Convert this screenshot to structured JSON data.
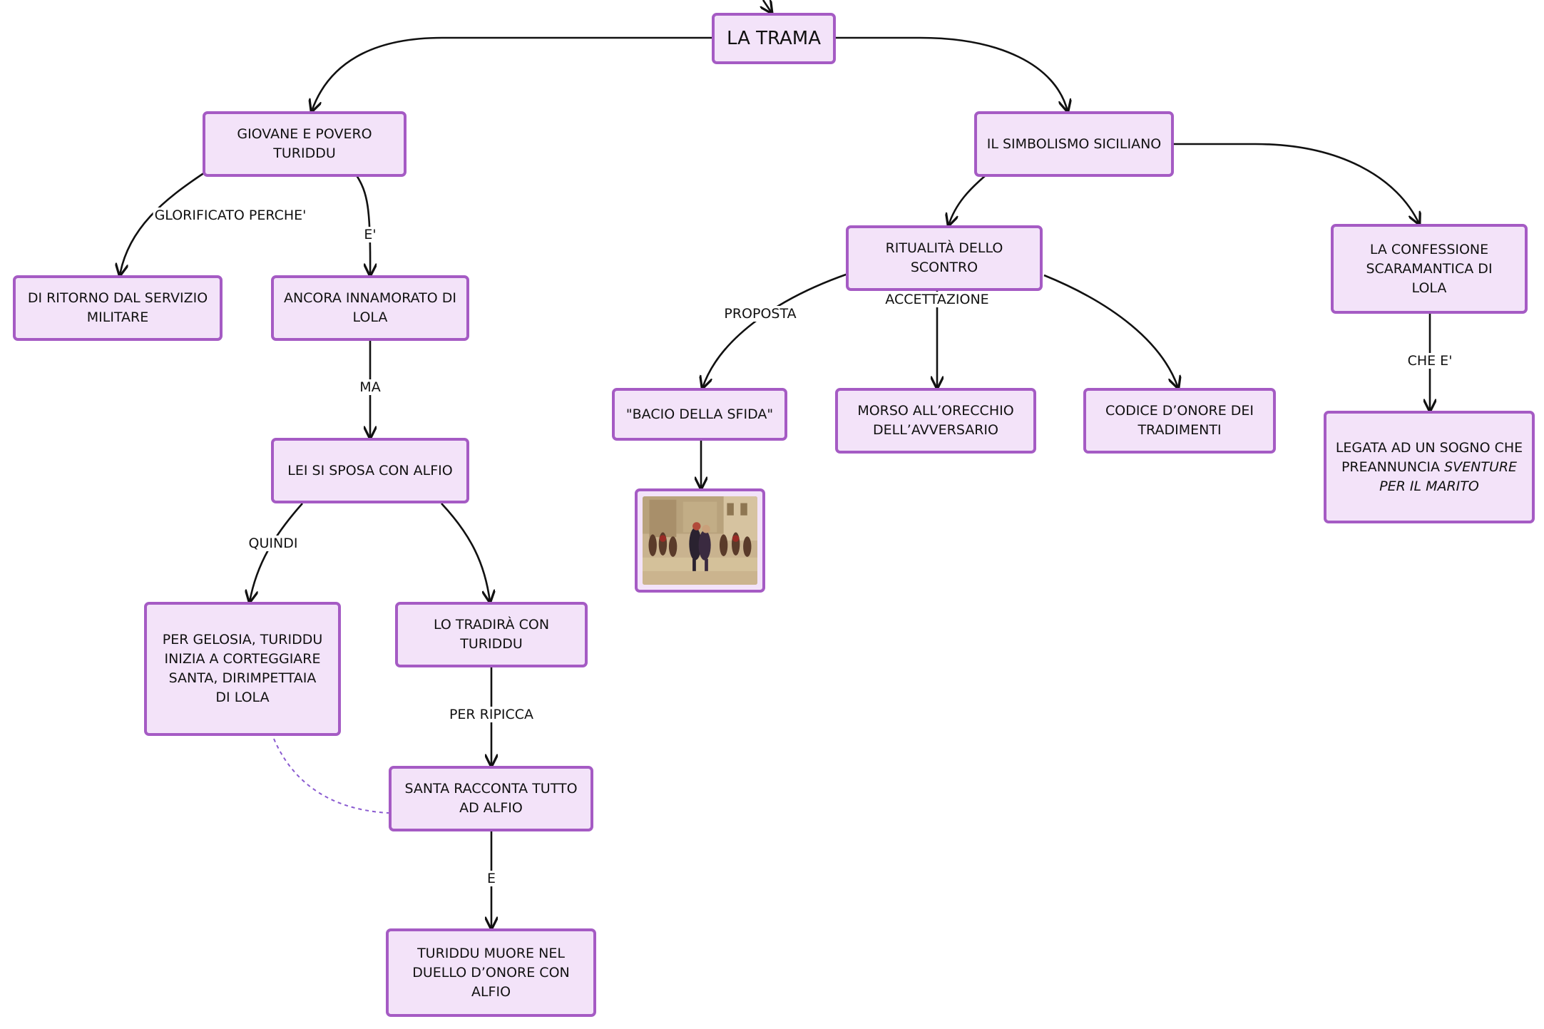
{
  "nodes": {
    "root": "LA TRAMA",
    "giovane": "GIOVANE E POVERO TURIDDU",
    "simbolismo": "IL SIMBOLISMO SICILIANO",
    "ritorno": "DI RITORNO DAL SERVIZIO MILITARE",
    "innamorato": "ANCORA INNAMORATO DI LOLA",
    "sposa": "LEI SI SPOSA CON ALFIO",
    "gelosia": "PER GELOSIA, TURIDDU INIZIA A CORTEGGIARE SANTA, DIRIMPETTAIA DI LOLA",
    "tradira": "LO TRADIRÀ CON TURIDDU",
    "santa": "SANTA RACCONTA TUTTO AD ALFIO",
    "muore": "TURIDDU MUORE NEL DUELLO D’ONORE CON ALFIO",
    "ritualita": "RITUALITÀ DELLO SCONTRO",
    "confessione": "LA CONFESSIONE SCARAMANTICA DI LOLA",
    "bacio": "\"BACIO DELLA SFIDA\"",
    "morso": "MORSO ALL’ORECCHIO DELL’AVVERSARIO",
    "codice": "CODICE D’ONORE DEI TRADIMENTI",
    "sogno_prefix": "LEGATA AD UN SOGNO CHE PREANNUNCIA ",
    "sogno_italic": "SVENTURE PER IL MARITO"
  },
  "edge_labels": {
    "glorificato": "GLORIFICATO PERCHE'",
    "e_apos": "E'",
    "ma": "MA",
    "quindi": "QUINDI",
    "per_ripicca": "PER RIPICCA",
    "e": "E",
    "proposta": "PROPOSTA",
    "accettazione": "ACCETTAZIONE",
    "che_e": "CHE E'"
  },
  "colors": {
    "node_fill": "#f3e3f9",
    "node_border": "#a55bc4",
    "edge": "#111111",
    "dashed_link": "#8a5ad0"
  }
}
